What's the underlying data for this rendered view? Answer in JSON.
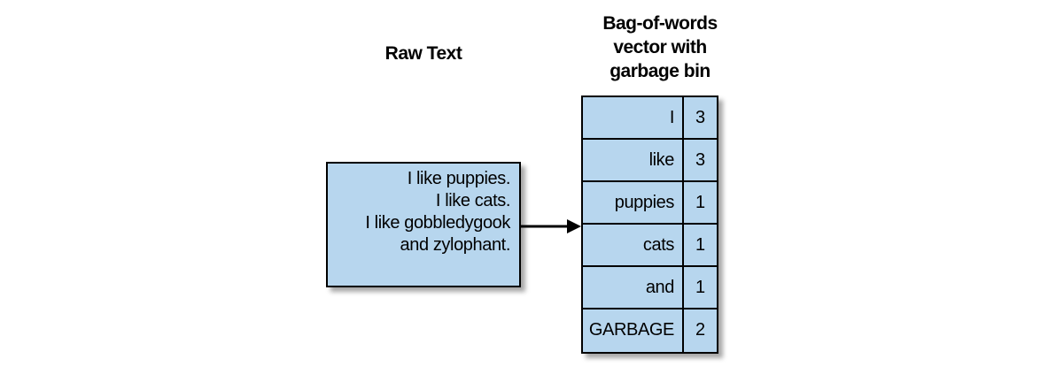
{
  "raw_text": {
    "title": "Raw Text",
    "lines": [
      "I like puppies.",
      "I like cats.",
      "I like gobbledygook",
      "and zylophant."
    ]
  },
  "bag_of_words": {
    "title_lines": [
      "Bag-of-words",
      "vector with",
      "garbage bin"
    ],
    "rows": [
      {
        "word": "I",
        "count": "3"
      },
      {
        "word": "like",
        "count": "3"
      },
      {
        "word": "puppies",
        "count": "1"
      },
      {
        "word": "cats",
        "count": "1"
      },
      {
        "word": "and",
        "count": "1"
      },
      {
        "word": "GARBAGE",
        "count": "2"
      }
    ]
  },
  "colors": {
    "box_fill": "#b7d6ee",
    "stroke": "#000000"
  }
}
